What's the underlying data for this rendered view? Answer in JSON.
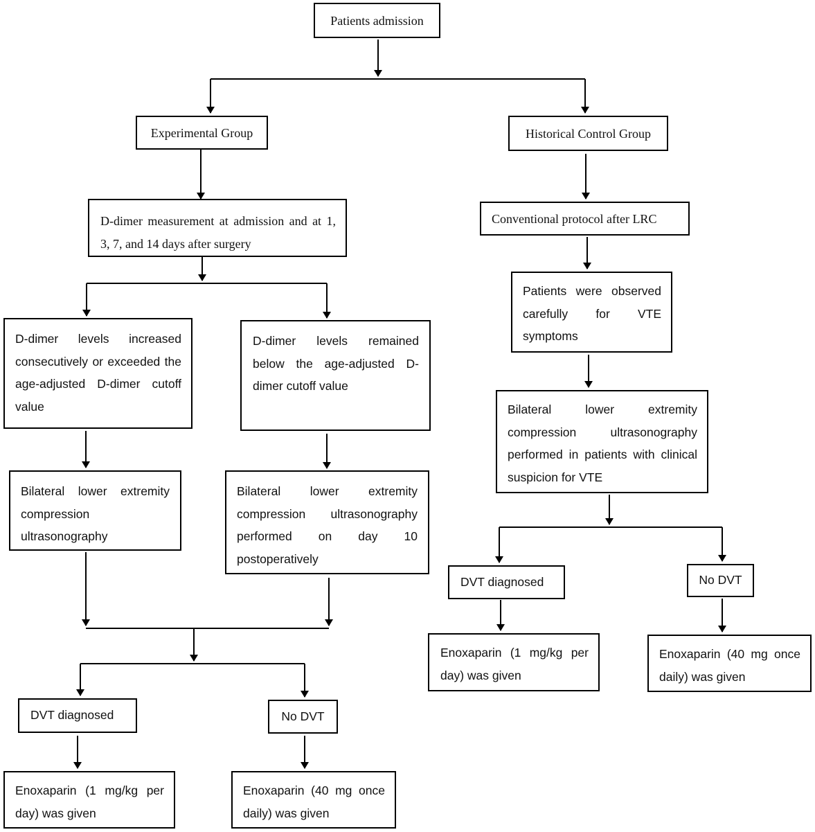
{
  "nodes": {
    "admission": "Patients admission",
    "experimental_group": "Experimental Group",
    "control_group": "Historical Control Group",
    "ddimer_measurement": "D-dimer measurement at admission and at 1, 3, 7, and 14 days after surgery",
    "conventional_protocol": "Conventional protocol after LRC",
    "observed_symptoms": "Patients were observed carefully for VTE symptoms",
    "ddimer_increased": "D-dimer levels increased consecutively or exceeded the age-adjusted D-dimer cutoff value",
    "ddimer_below": "D-dimer levels remained below the age-adjusted D-dimer cutoff value",
    "control_ultrasonography": "Bilateral lower extremity compression ultrasonography performed in patients with clinical suspicion for VTE",
    "exp_ultrasonography": "Bilateral lower extremity compression ultrasonography",
    "exp_ultrasonography_day10": "Bilateral lower extremity compression ultrasonography performed on day 10 postoperatively",
    "control_dvt_diagnosed": "DVT diagnosed",
    "control_no_dvt": "No DVT",
    "control_enoxaparin_treatment": "Enoxaparin (1 mg/kg per day) was given",
    "control_enoxaparin_prophylaxis": "Enoxaparin (40 mg once daily) was given",
    "exp_dvt_diagnosed": "DVT diagnosed",
    "exp_no_dvt": "No DVT",
    "exp_enoxaparin_treatment": "Enoxaparin (1 mg/kg per day) was given",
    "exp_enoxaparin_prophylaxis": "Enoxaparin (40 mg once daily) was given"
  }
}
